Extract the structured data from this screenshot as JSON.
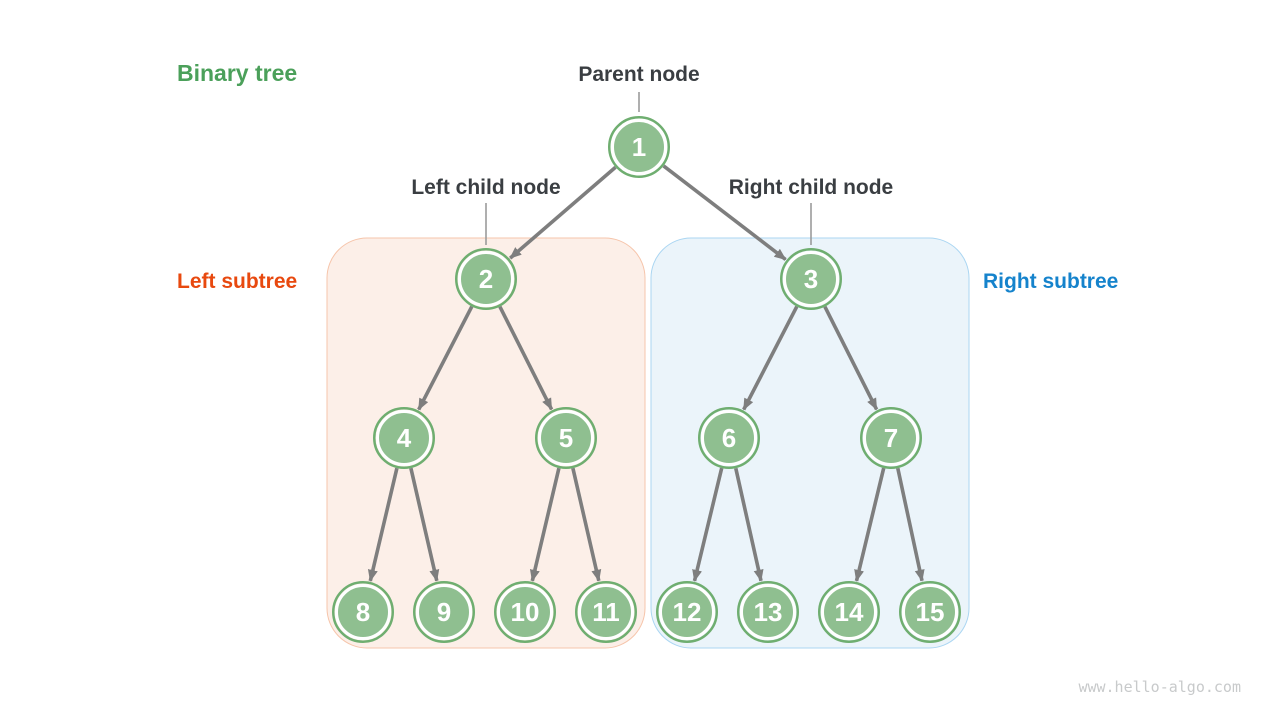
{
  "diagram": {
    "title": "Binary tree",
    "annotations": {
      "parent": "Parent node",
      "left_child": "Left child node",
      "right_child": "Right child node"
    },
    "regions": {
      "left_subtree": {
        "label": "Left subtree",
        "label_color": "#E8490F",
        "fill": "#FCEFE8",
        "border": "#F6C5AB"
      },
      "right_subtree": {
        "label": "Right subtree",
        "label_color": "#1583CC",
        "fill": "#EBF4FA",
        "border": "#ABD6F2"
      }
    },
    "nodes": [
      "1",
      "2",
      "3",
      "4",
      "5",
      "6",
      "7",
      "8",
      "9",
      "10",
      "11",
      "12",
      "13",
      "14",
      "15"
    ],
    "edges": [
      [
        "1",
        "2"
      ],
      [
        "1",
        "3"
      ],
      [
        "2",
        "4"
      ],
      [
        "2",
        "5"
      ],
      [
        "3",
        "6"
      ],
      [
        "3",
        "7"
      ],
      [
        "4",
        "8"
      ],
      [
        "4",
        "9"
      ],
      [
        "5",
        "10"
      ],
      [
        "5",
        "11"
      ],
      [
        "6",
        "12"
      ],
      [
        "6",
        "13"
      ],
      [
        "7",
        "14"
      ],
      [
        "7",
        "15"
      ]
    ],
    "node_style": {
      "fill": "#8FBF90",
      "ring": "#6FAE70",
      "text_color": "#FFFFFF"
    },
    "edge_color": "#7E7E7E",
    "title_color": "#4BA05A",
    "watermark": "www.hello-algo.com"
  }
}
